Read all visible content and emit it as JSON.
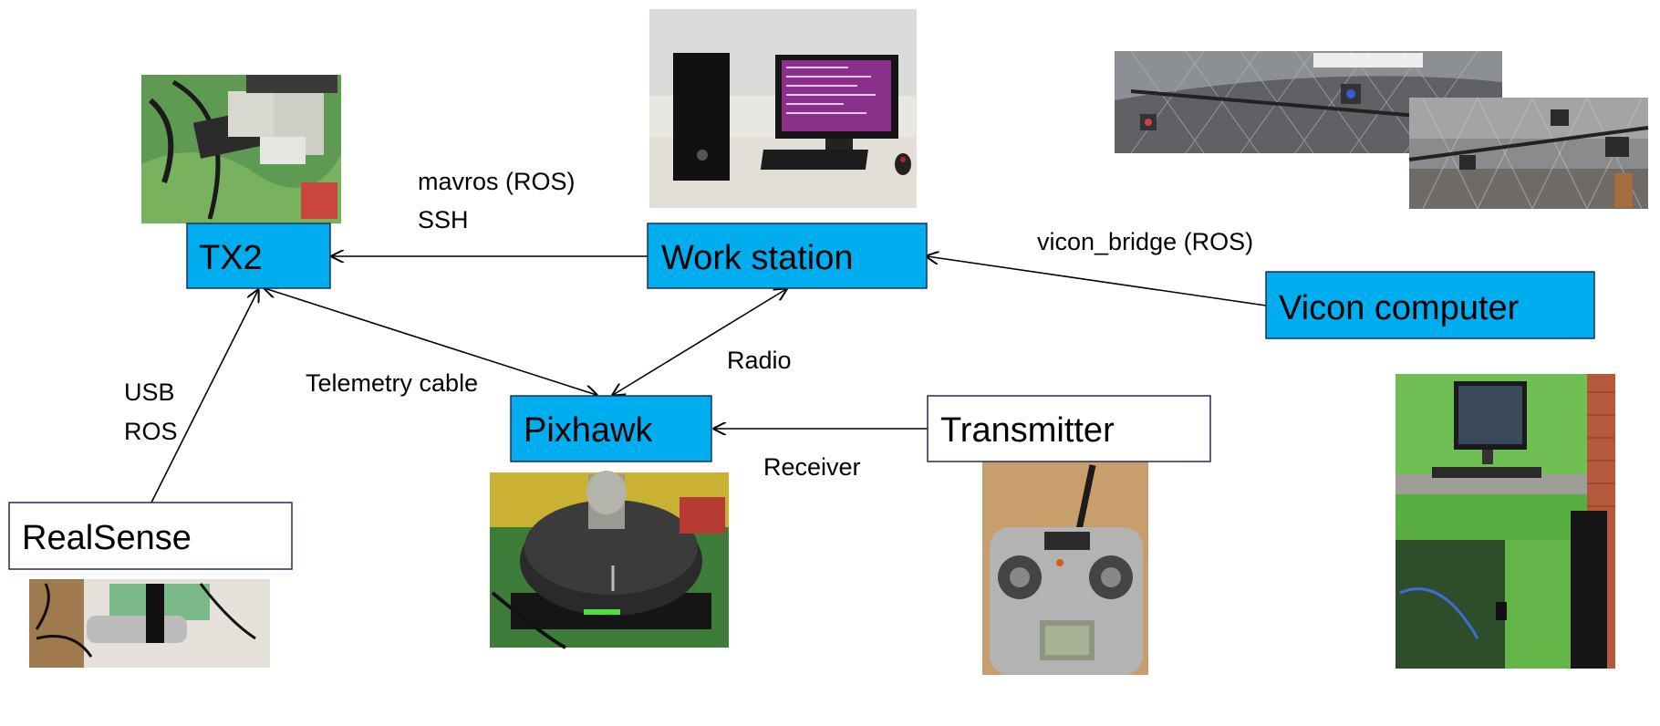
{
  "nodes": {
    "tx2": "TX2",
    "workstation": "Work station",
    "vicon": "Vicon computer",
    "pixhawk": "Pixhawk",
    "transmitter": "Transmitter",
    "realsense": "RealSense"
  },
  "edge_labels": {
    "mavros": "mavros (ROS)",
    "ssh": "SSH",
    "vicon_bridge": "vicon_bridge (ROS)",
    "telemetry": "Telemetry cable",
    "radio": "Radio",
    "usb": "USB",
    "ros": "ROS",
    "receiver": "Receiver"
  },
  "colors": {
    "node_fill_primary": "#00AEEF",
    "node_fill_secondary": "#FFFFFF",
    "node_stroke": "#1F2F5A",
    "edge": "#000000"
  }
}
